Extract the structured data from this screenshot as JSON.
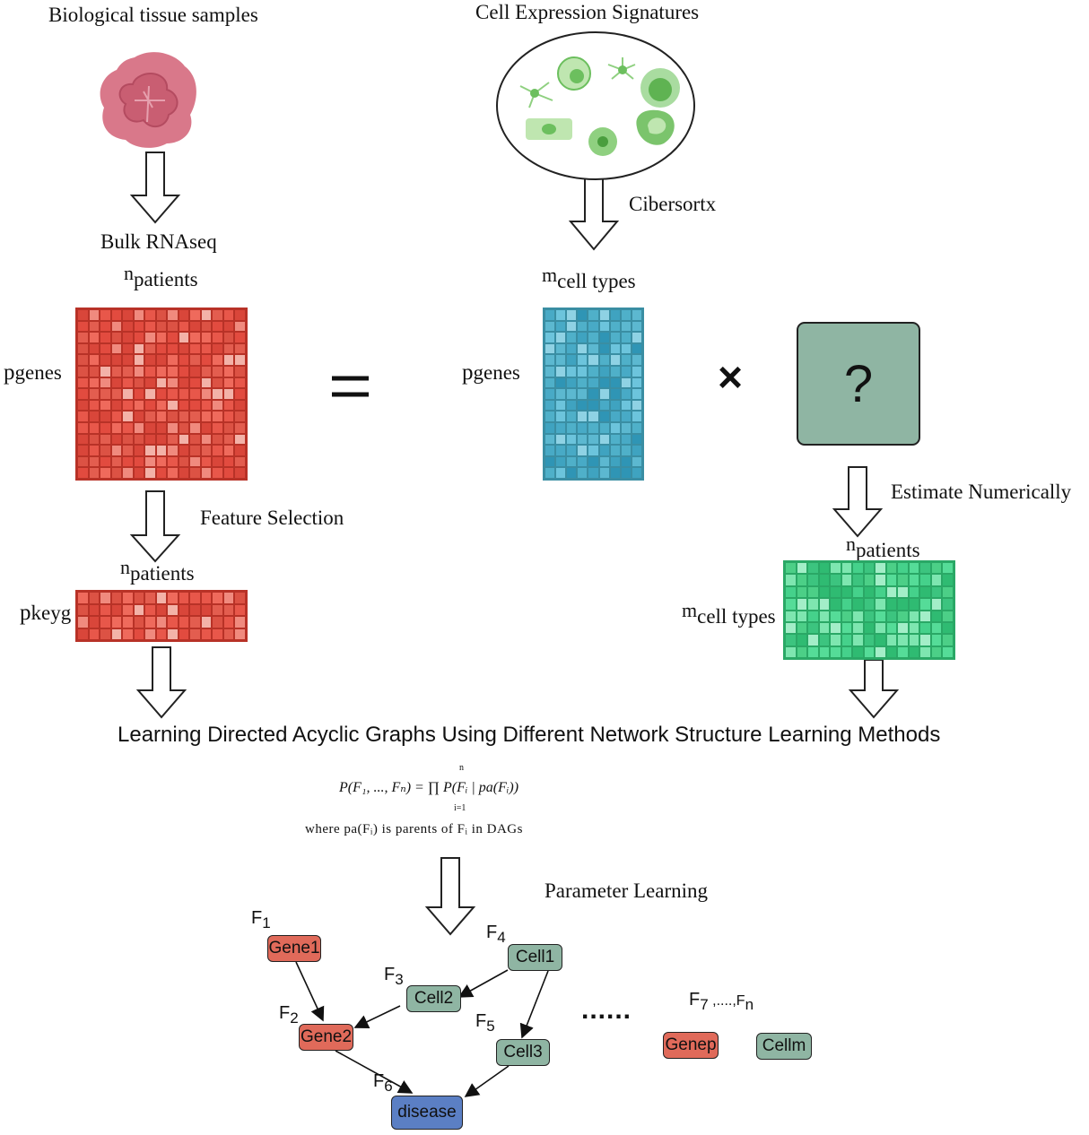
{
  "labels": {
    "tissue_title": "Biological tissue samples",
    "cells_title": "Cell Expression Signatures",
    "bulk": "Bulk RNAseq",
    "cibersortx": "Cibersortx",
    "feature_selection": "Feature Selection",
    "estimate": "Estimate Numerically",
    "learning_title": "Learning Directed Acyclic Graphs Using Different Network Structure Learning Methods",
    "param_learning": "Parameter Learning",
    "equals": "=",
    "times": "×",
    "question": "?",
    "dots": "......"
  },
  "dims": {
    "n": "n",
    "patients": "patients",
    "p": "p",
    "genes": "genes",
    "m": "m",
    "cell_types": "cell types",
    "keyg": "keyg"
  },
  "formula": {
    "line1": "P(F₁, ..., Fₙ) = ∏ P(Fᵢ | pa(Fᵢ))",
    "prod_top": "n",
    "prod_bottom": "i=1",
    "line2": "where pa(Fᵢ) is parents of Fᵢ in DAGs"
  },
  "graph": {
    "nodes": {
      "gene1": "Gene1",
      "gene2": "Gene2",
      "cell1": "Cell1",
      "cell2": "Cell2",
      "cell3": "Cell3",
      "disease": "disease",
      "genep": "Genep",
      "cellm": "Cellm"
    },
    "flabels": {
      "F": "F",
      "s1": "1",
      "s2": "2",
      "s3": "3",
      "s4": "4",
      "s5": "5",
      "s6": "6",
      "f7n_prefix": "F",
      "f7n_sub7": "7",
      "f7n_mid": " ,....,F",
      "f7n_subn": "n"
    }
  },
  "colors": {
    "gene_node": "#e06a5a",
    "cell_node": "#8fb5a3",
    "disease_node": "#5b7fc4",
    "bulk_matrix": "#c0392b",
    "signature_matrix": "#3aa0b8",
    "fraction_matrix": "#3cc07a",
    "tissue": "#d9788a"
  }
}
